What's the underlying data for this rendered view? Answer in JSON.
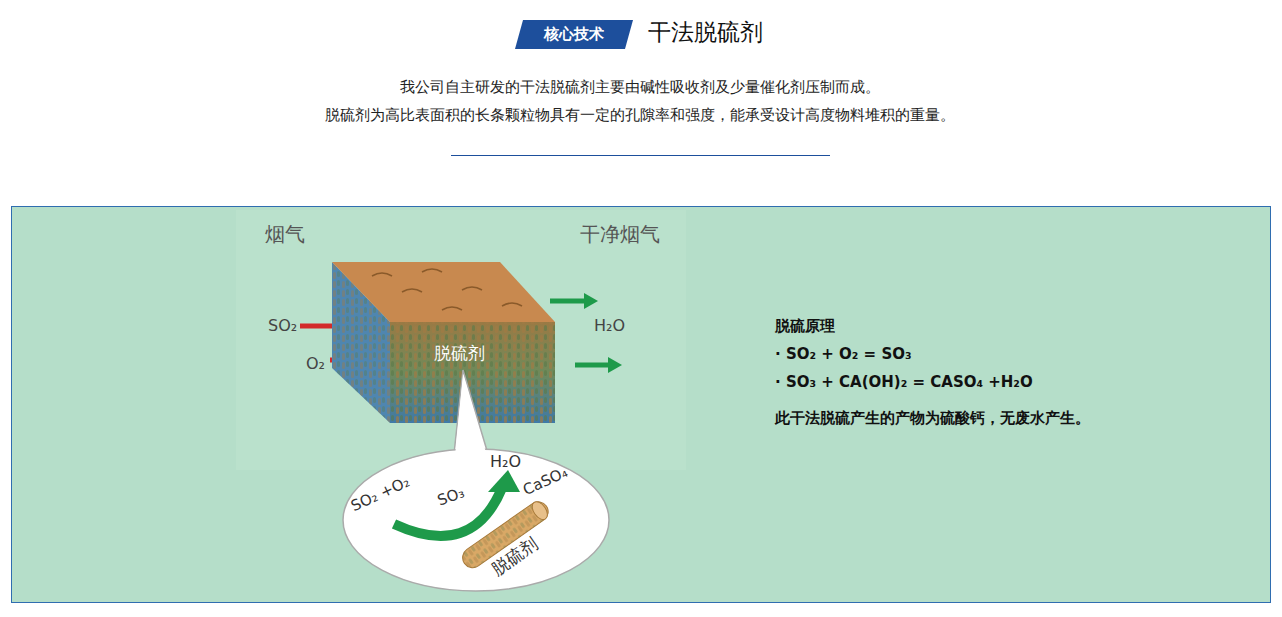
{
  "diagram": {
    "title": "干法脱硫剂",
    "nodes": [
      {
        "text": [
          "核心技术"
        ]
      },
      {
        "text": [
          "脱硫原理",
          "· SO₂ + O₂ = SO₃",
          "· SO₃ + CA(OH)₂ = CASO₄ +H₂O",
          "此干法脱硫产生的产物为硫酸钙，无废水产生。"
        ]
      },
      {
        "text": [
          "脱硫剂"
        ],
        "in": 1
      },
      {
        "text": [
          "SO₂ +O₂",
          "SO₃",
          "H₂O",
          "CaSO₄"
        ],
        "in": 1
      },
      {
        "text": [
          "脱硫剂"
        ],
        "in": 3
      }
    ],
    "labels": [
      "我公司自主研发的干法脱硫剂主要由碱性吸收剂及少量催化剂压制而成。",
      "脱硫剂为高比表面积的长条颗粒物具有一定的孔隙率和强度，能承受设计高度物料堆积的重量。",
      "烟气",
      "干净烟气",
      "SO₂",
      "O₂",
      "H₂O"
    ]
  }
}
